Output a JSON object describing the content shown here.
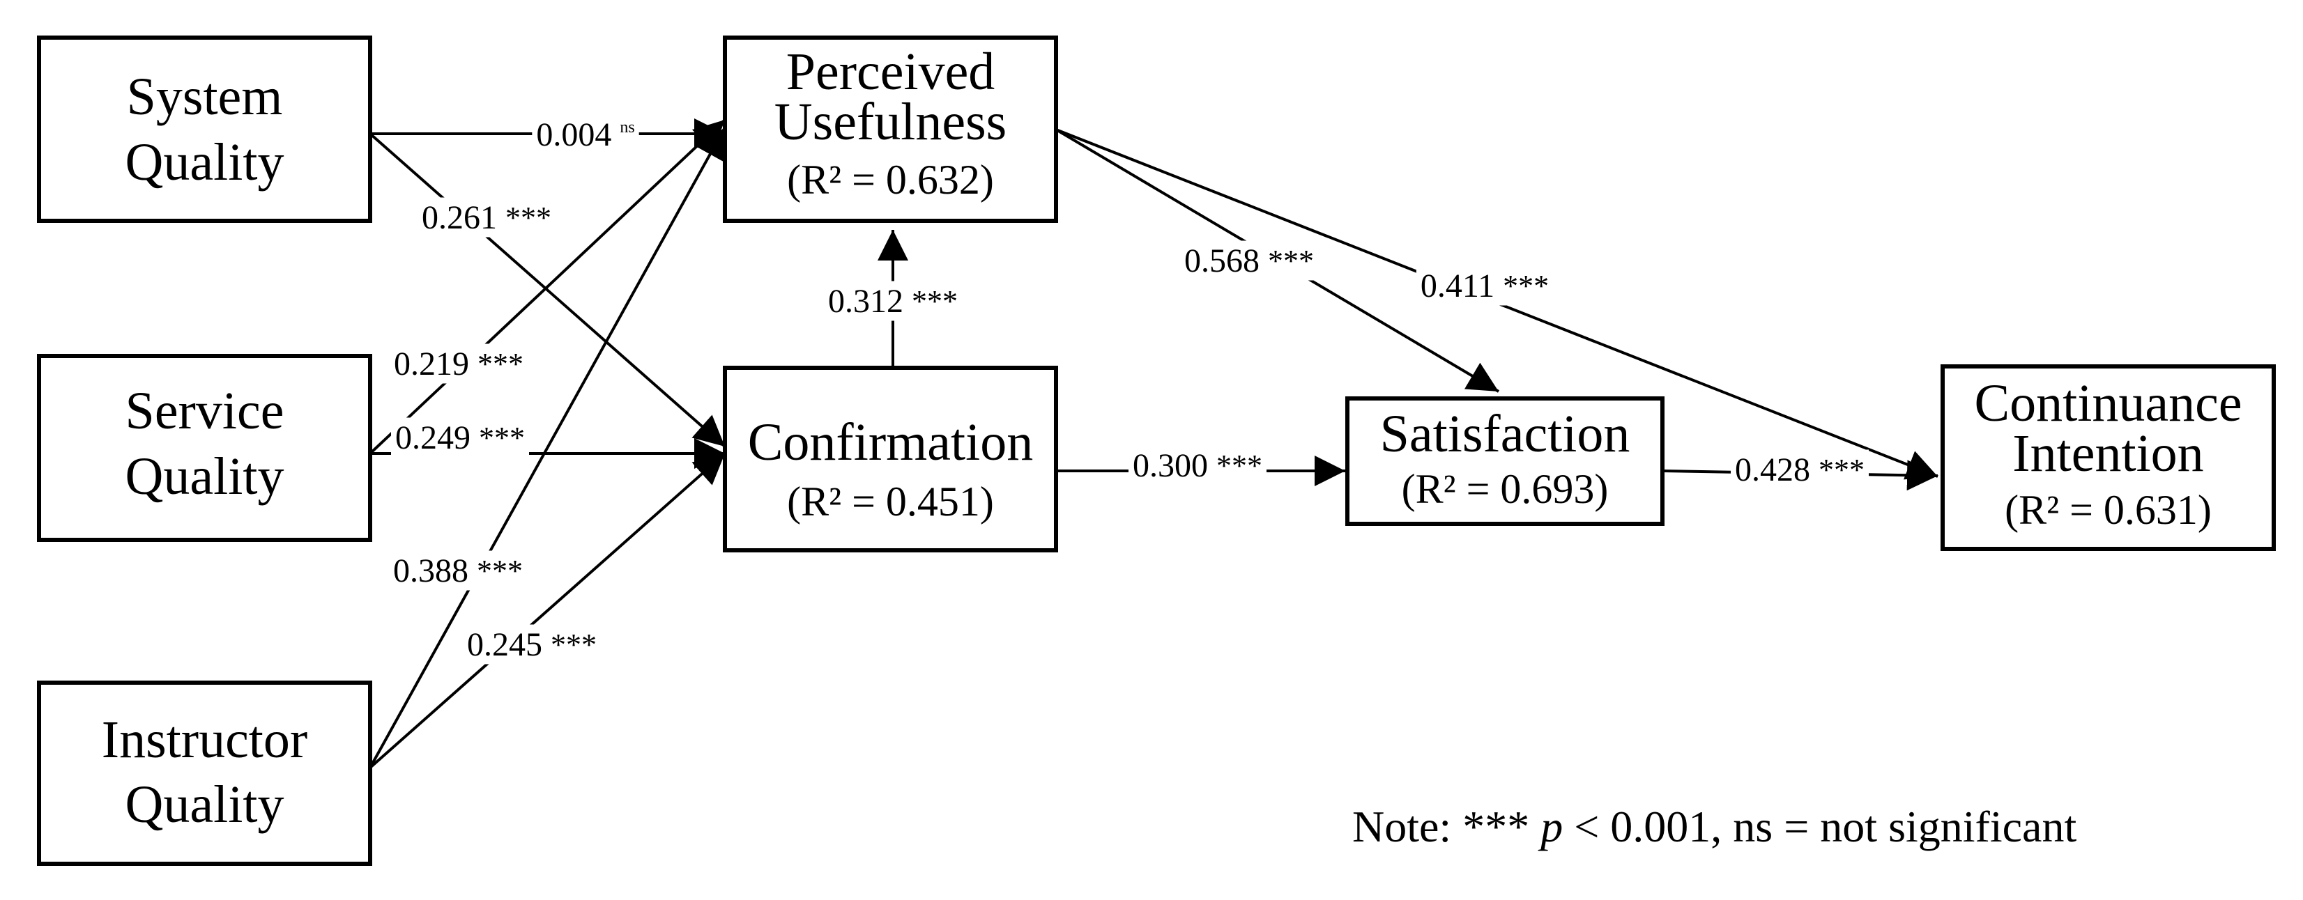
{
  "nodes": {
    "system_quality": {
      "lines": [
        "System",
        "Quality"
      ]
    },
    "service_quality": {
      "lines": [
        "Service",
        "Quality"
      ]
    },
    "instructor_quality": {
      "lines": [
        "Instructor",
        "Quality"
      ]
    },
    "perceived_usefulness": {
      "lines": [
        "Perceived",
        "Usefulness"
      ],
      "r2": "(R² = 0.632)"
    },
    "confirmation": {
      "lines": [
        "Confirmation"
      ],
      "r2": "(R² = 0.451)"
    },
    "satisfaction": {
      "lines": [
        "Satisfaction"
      ],
      "r2": "(R² = 0.693)"
    },
    "continuance_intention": {
      "lines": [
        "Continuance",
        "Intention"
      ],
      "r2": "(R² = 0.631)"
    }
  },
  "paths": [
    {
      "from": "system_quality",
      "to": "perceived_usefulness",
      "coefficient": "0.004",
      "significance": "ns"
    },
    {
      "from": "system_quality",
      "to": "confirmation",
      "coefficient": "0.261",
      "significance": "***"
    },
    {
      "from": "service_quality",
      "to": "perceived_usefulness",
      "coefficient": "0.219",
      "significance": "***"
    },
    {
      "from": "service_quality",
      "to": "confirmation",
      "coefficient": "0.249",
      "significance": "***"
    },
    {
      "from": "instructor_quality",
      "to": "perceived_usefulness",
      "coefficient": "0.388",
      "significance": "***"
    },
    {
      "from": "instructor_quality",
      "to": "confirmation",
      "coefficient": "0.245",
      "significance": "***"
    },
    {
      "from": "confirmation",
      "to": "perceived_usefulness",
      "coefficient": "0.312",
      "significance": "***"
    },
    {
      "from": "perceived_usefulness",
      "to": "satisfaction",
      "coefficient": "0.568",
      "significance": "***"
    },
    {
      "from": "perceived_usefulness",
      "to": "continuance_intention",
      "coefficient": "0.411",
      "significance": "***"
    },
    {
      "from": "confirmation",
      "to": "satisfaction",
      "coefficient": "0.300",
      "significance": "***"
    },
    {
      "from": "satisfaction",
      "to": "continuance_intention",
      "coefficient": "0.428",
      "significance": "***"
    }
  ],
  "note": {
    "prefix": "Note: *** ",
    "p_symbol": "p",
    "suffix": " < 0.001, ns = not significant"
  }
}
